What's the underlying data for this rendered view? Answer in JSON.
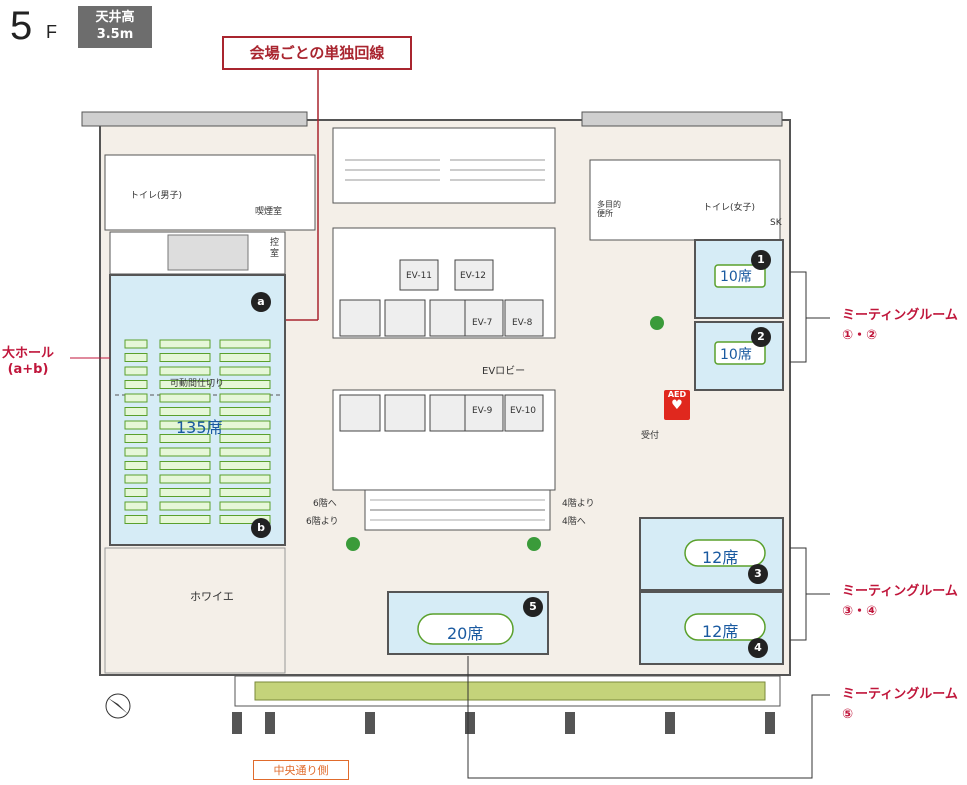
{
  "floor": {
    "number": "5",
    "suffix": "F"
  },
  "ceiling": {
    "line1": "天井高",
    "line2": "3.5m"
  },
  "callout_title": "会場ごとの単独回線",
  "colors": {
    "accent_red": "#a9252f",
    "room_blue": "#d6ecf6",
    "wall_gray": "#6d6d6d",
    "floor_beige": "#f4efe8",
    "label_magenta": "#c0163b"
  },
  "left_label": {
    "line1": "大ホール",
    "line2": "(a+b)"
  },
  "hall": {
    "seats": "135席",
    "partition": "可動間仕切り",
    "badge_a": "a",
    "badge_b": "b"
  },
  "rooms": {
    "toilet_male": "トイレ(男子)",
    "smoking": "喫煙室",
    "control": "控室",
    "toilet_female": "トイレ(女子)",
    "multipurpose": "多目的便所",
    "sk": "SK",
    "foyer": "ホワイエ",
    "reception": "受付",
    "ev_lobby": "EVロビー"
  },
  "elevators": [
    "EV-11",
    "EV-12",
    "EV-7",
    "EV-8",
    "EV-9",
    "EV-10"
  ],
  "escalator": {
    "left_up": "6階へ",
    "left_down": "6階より",
    "right_up": "4階より",
    "right_down": "4階へ"
  },
  "meeting_rooms": [
    {
      "badge": "1",
      "seats": "10席"
    },
    {
      "badge": "2",
      "seats": "10席"
    },
    {
      "badge": "3",
      "seats": "12席"
    },
    {
      "badge": "4",
      "seats": "12席"
    },
    {
      "badge": "5",
      "seats": "20席"
    }
  ],
  "right_labels": [
    {
      "line1": "ミーティングルーム",
      "line2": "①・②"
    },
    {
      "line1": "ミーティングルーム",
      "line2": "③・④"
    },
    {
      "line1": "ミーティングルーム",
      "line2": "⑤"
    }
  ],
  "aed": "AED",
  "bottom_side": "中央通り側"
}
